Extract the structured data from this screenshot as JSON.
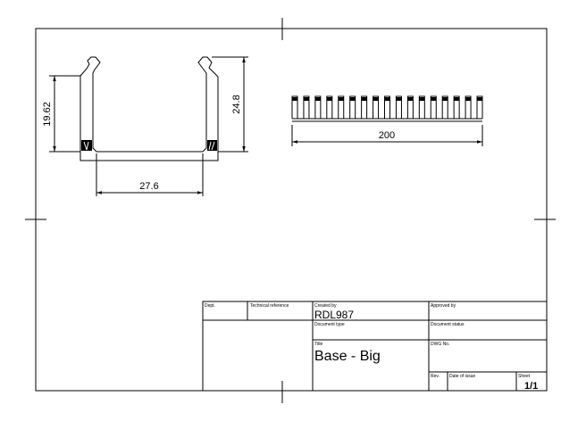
{
  "drawing": {
    "profile_view": {
      "dim_left": "19.62",
      "dim_right": "24.8",
      "dim_bottom": "27.6"
    },
    "top_view": {
      "dim_length": "200",
      "teeth_count": 17
    }
  },
  "title_block": {
    "dept_label": "Dept.",
    "tech_ref_label": "Technical reference",
    "created_by_label": "Created by",
    "created_by_value": "RDL987",
    "approved_by_label": "Approved by",
    "document_type_label": "Document type",
    "document_status_label": "Document status",
    "title_label": "Title",
    "title_value": "Base - Big",
    "dwg_no_label": "DWG No.",
    "rev_label": "Rev.",
    "date_label": "Date of issue",
    "sheet_label": "Sheet",
    "sheet_value": "1/1"
  }
}
